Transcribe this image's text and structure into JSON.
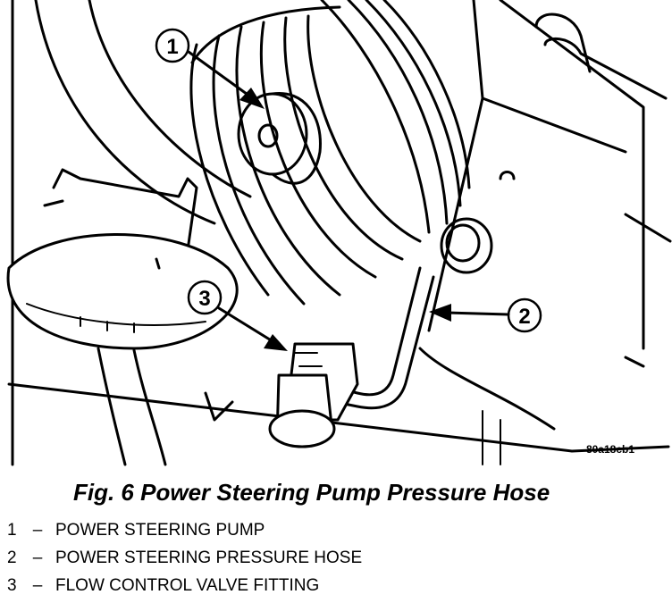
{
  "figure": {
    "caption": "Fig. 6 Power Steering Pump Pressure Hose",
    "image_code": "80a18cb1",
    "callouts": [
      {
        "number": "1",
        "label": "POWER STEERING PUMP"
      },
      {
        "number": "2",
        "label": "POWER STEERING PRESSURE HOSE"
      },
      {
        "number": "3",
        "label": "FLOW CONTROL VALVE FITTING"
      }
    ],
    "separator": "–"
  }
}
